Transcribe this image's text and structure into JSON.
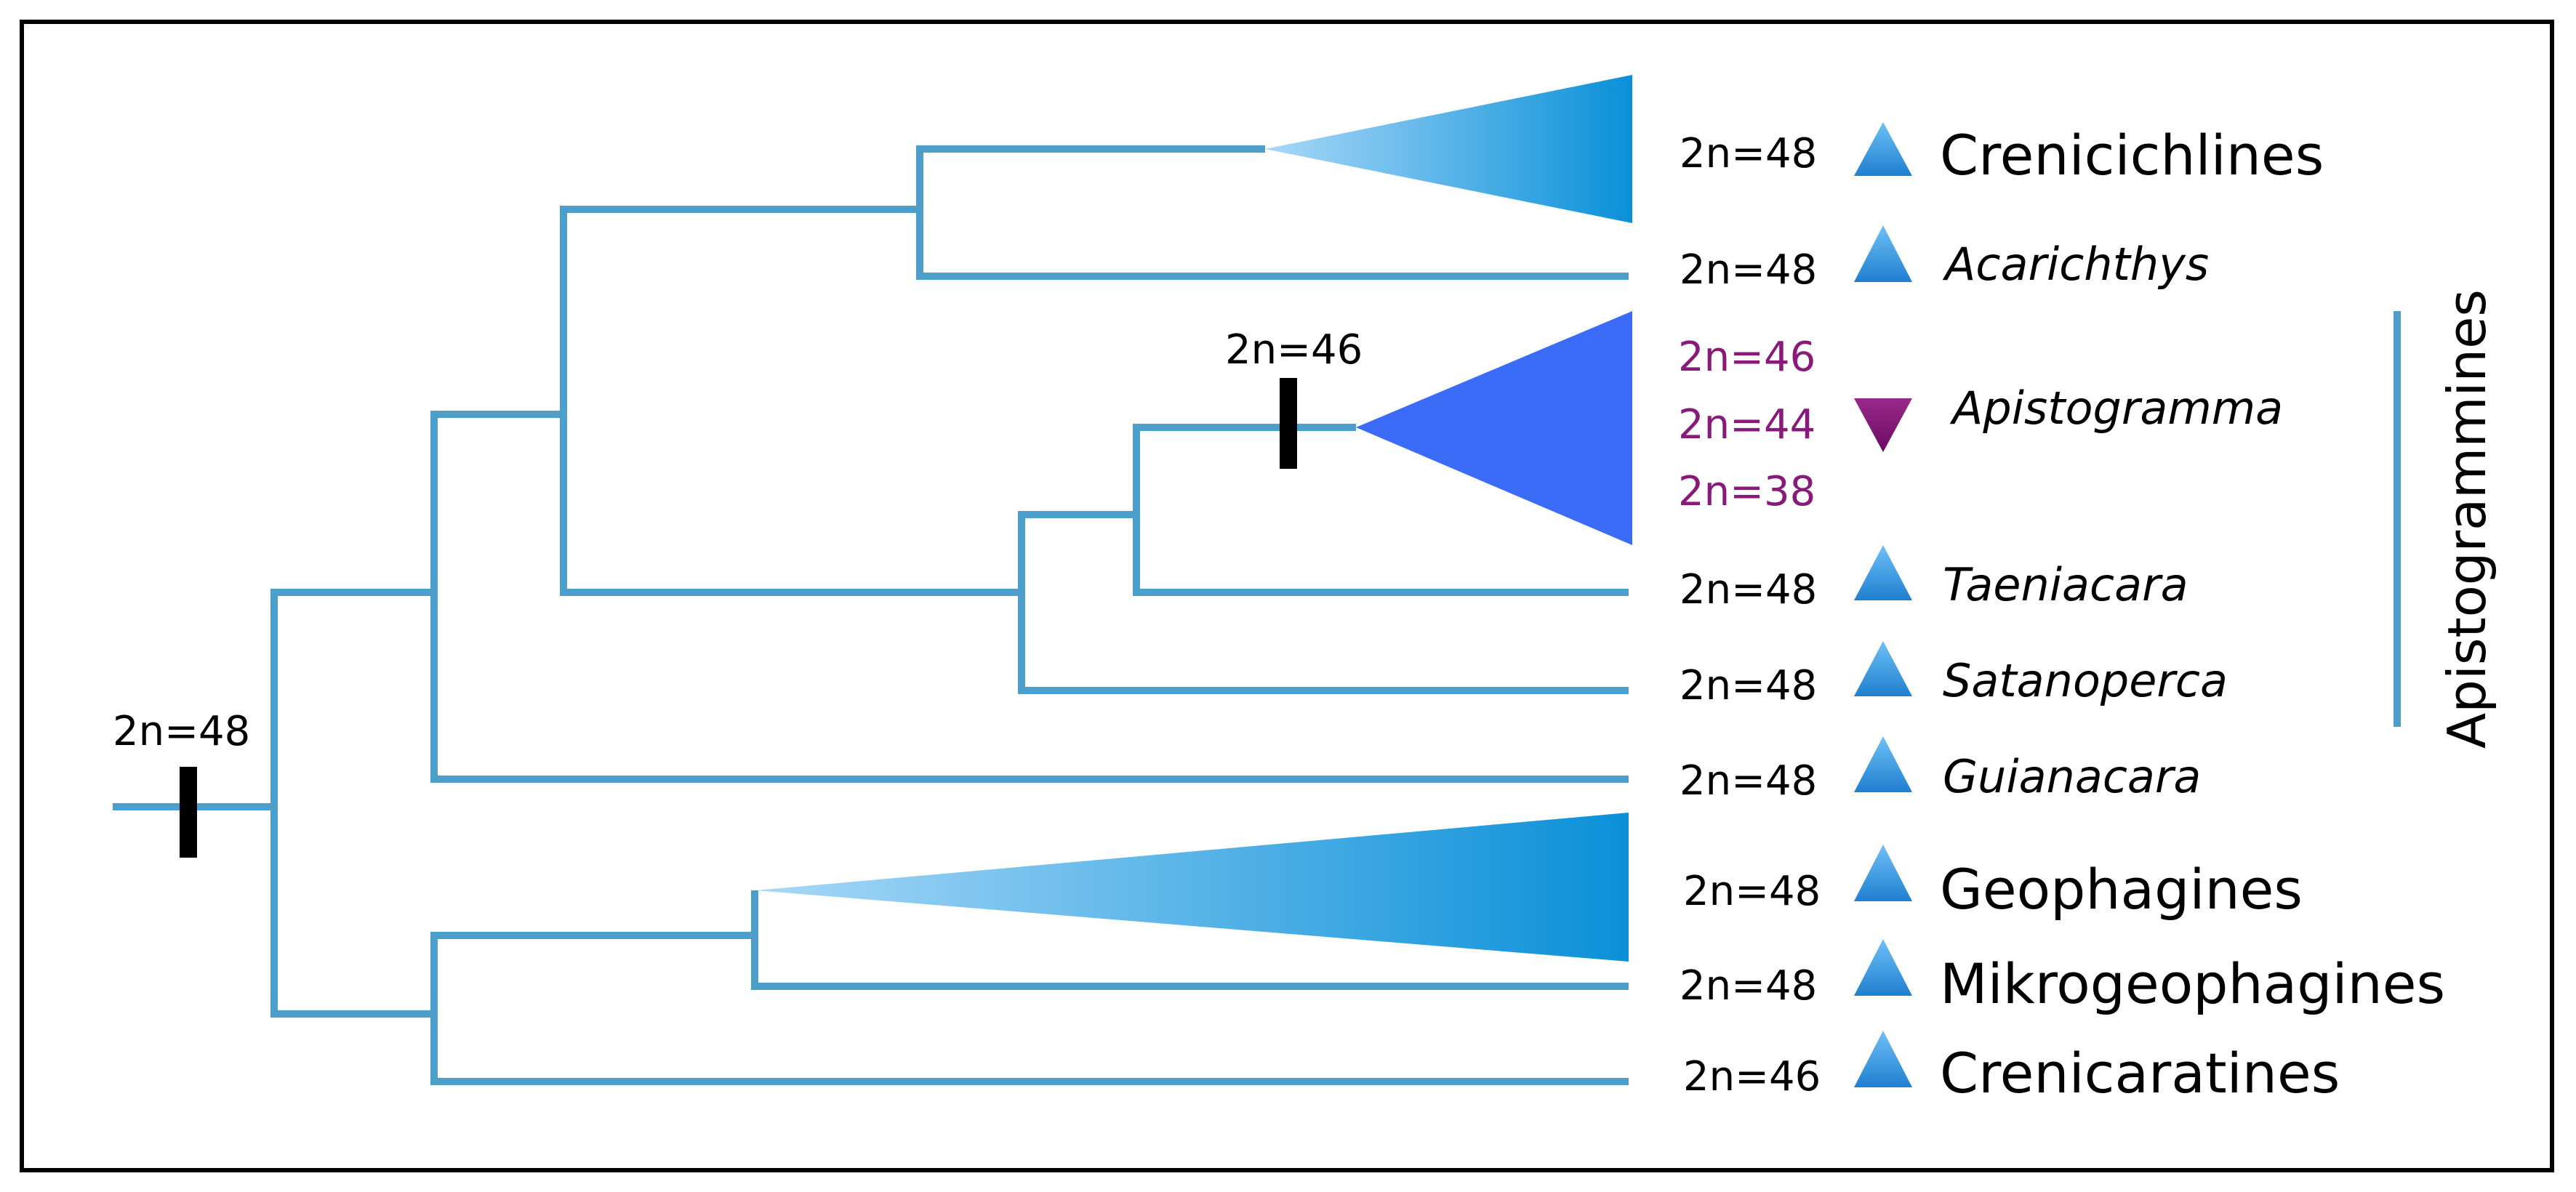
{
  "root_node": {
    "karyotype": "2n=48"
  },
  "apistogramma_node": {
    "karyotype": "2n=46"
  },
  "tips": [
    {
      "name": "Crenicichlines",
      "karyotype": "2n=48",
      "style": "taxon",
      "symbol": "triangle-up-icon"
    },
    {
      "name": "Acarichthys",
      "karyotype": "2n=48",
      "style": "genus",
      "symbol": "triangle-up-icon"
    },
    {
      "name": "Apistogramma",
      "karyotypes": [
        "2n=46",
        "2n=44",
        "2n=38"
      ],
      "style": "genus",
      "symbol": "triangle-down-icon"
    },
    {
      "name": "Taeniacara",
      "karyotype": "2n=48",
      "style": "genus",
      "symbol": "triangle-up-icon"
    },
    {
      "name": "Satanoperca",
      "karyotype": "2n=48",
      "style": "genus",
      "symbol": "triangle-up-icon"
    },
    {
      "name": "Guianacara",
      "karyotype": "2n=48",
      "style": "genus",
      "symbol": "triangle-up-icon"
    },
    {
      "name": "Geophagines",
      "karyotype": "2n=48",
      "style": "taxon",
      "symbol": "triangle-up-icon"
    },
    {
      "name": "Mikrogeophagines",
      "karyotype": "2n=48",
      "style": "taxon",
      "symbol": "triangle-up-icon"
    },
    {
      "name": "Crenicaratines",
      "karyotype": "2n=46",
      "style": "taxon",
      "symbol": "triangle-up-icon"
    }
  ],
  "bracket": {
    "label": "Apistogrammines"
  },
  "colors": {
    "branch": "#4c9ecb",
    "clade_light": "#9dd0f5",
    "clade_dark": "#0a90d8",
    "apistogramma_clade": "#3a6cf8",
    "up_symbol": "#3f9be0",
    "down_symbol": "#8a1a7a",
    "alt_karyotype": "#8a1a7a"
  }
}
